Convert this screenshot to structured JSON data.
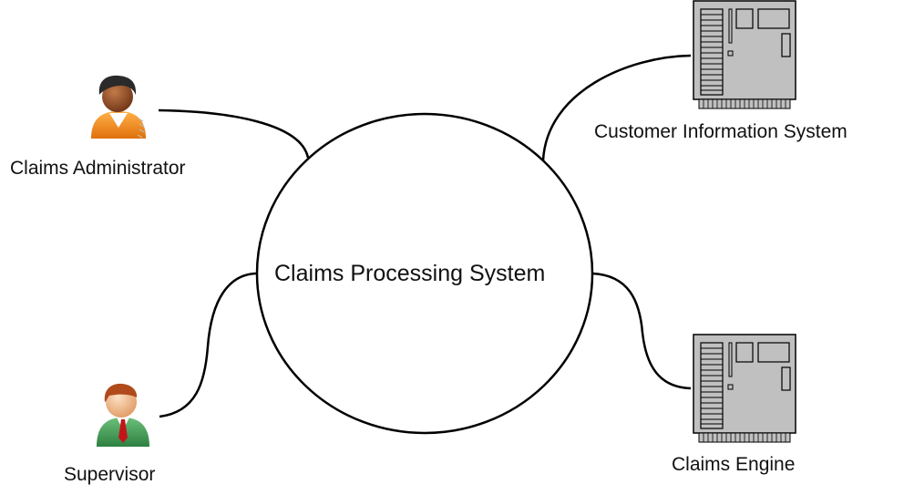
{
  "diagram": {
    "title": "Claims Processing System context diagram",
    "central_system": {
      "label": "Claims Processing System"
    },
    "actors": [
      {
        "id": "claims-administrator",
        "label": "Claims Administrator",
        "icon": "person-female-orange-icon"
      },
      {
        "id": "supervisor",
        "label": "Supervisor",
        "icon": "person-male-green-icon"
      }
    ],
    "external_systems": [
      {
        "id": "customer-information-system",
        "label": "Customer Information System",
        "icon": "server-board-icon"
      },
      {
        "id": "claims-engine",
        "label": "Claims Engine",
        "icon": "server-board-icon"
      }
    ],
    "connections": [
      {
        "from": "claims-administrator",
        "to": "central_system"
      },
      {
        "from": "supervisor",
        "to": "central_system"
      },
      {
        "from": "customer-information-system",
        "to": "central_system"
      },
      {
        "from": "claims-engine",
        "to": "central_system"
      }
    ],
    "colors": {
      "stroke": "#000000",
      "server_fill": "#c0c0c0",
      "admin_shirt": "#f08a1c",
      "supervisor_jacket": "#3f9a4c",
      "tie": "#c0161a",
      "skin": "#f3b98a",
      "dark_skin": "#8a4a24"
    }
  }
}
